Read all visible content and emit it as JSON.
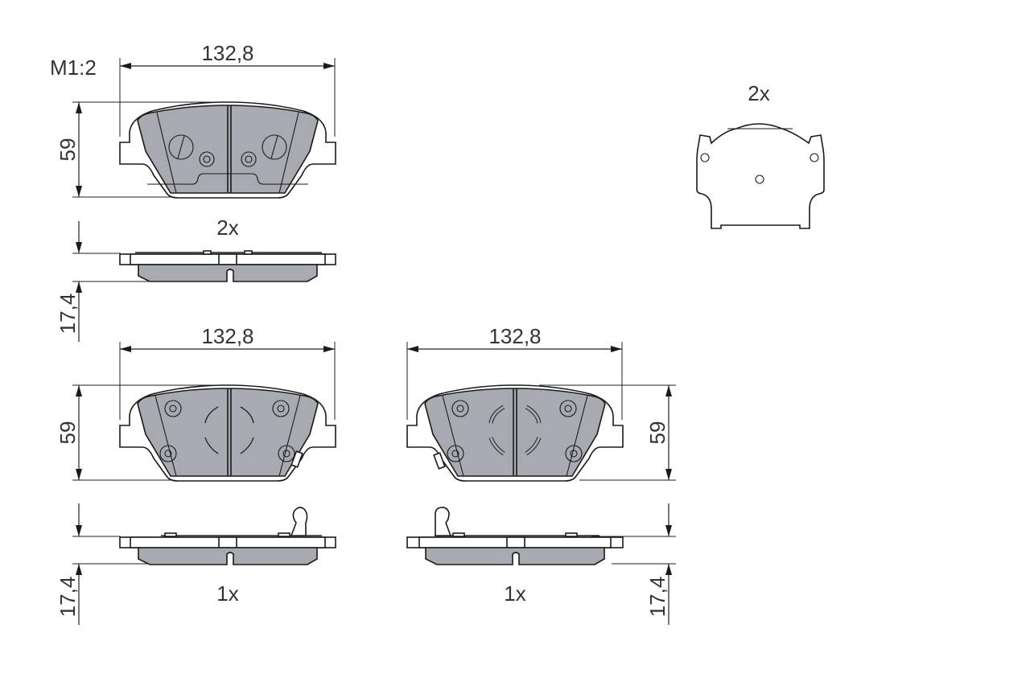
{
  "drawing": {
    "scale_label": "M1:2",
    "colors": {
      "pad_fill": "#a7aab0",
      "line": "#1a1a1a",
      "text": "#333333",
      "background": "#ffffff"
    },
    "views": [
      {
        "id": "pad-top-front",
        "width_label": "132,8",
        "height_label": "59"
      },
      {
        "id": "pad-top-side",
        "quantity_label": "2x",
        "thickness_label": "17,4"
      },
      {
        "id": "pad-bottom-left-front",
        "width_label": "132,8",
        "height_label": "59"
      },
      {
        "id": "pad-bottom-right-front",
        "width_label": "132,8",
        "height_label": "59"
      },
      {
        "id": "pad-bottom-left-side",
        "quantity_label": "1x",
        "thickness_label": "17,4"
      },
      {
        "id": "pad-bottom-right-side",
        "quantity_label": "1x",
        "thickness_label": "17,4"
      },
      {
        "id": "shim-clip",
        "quantity_label": "2x"
      }
    ]
  }
}
